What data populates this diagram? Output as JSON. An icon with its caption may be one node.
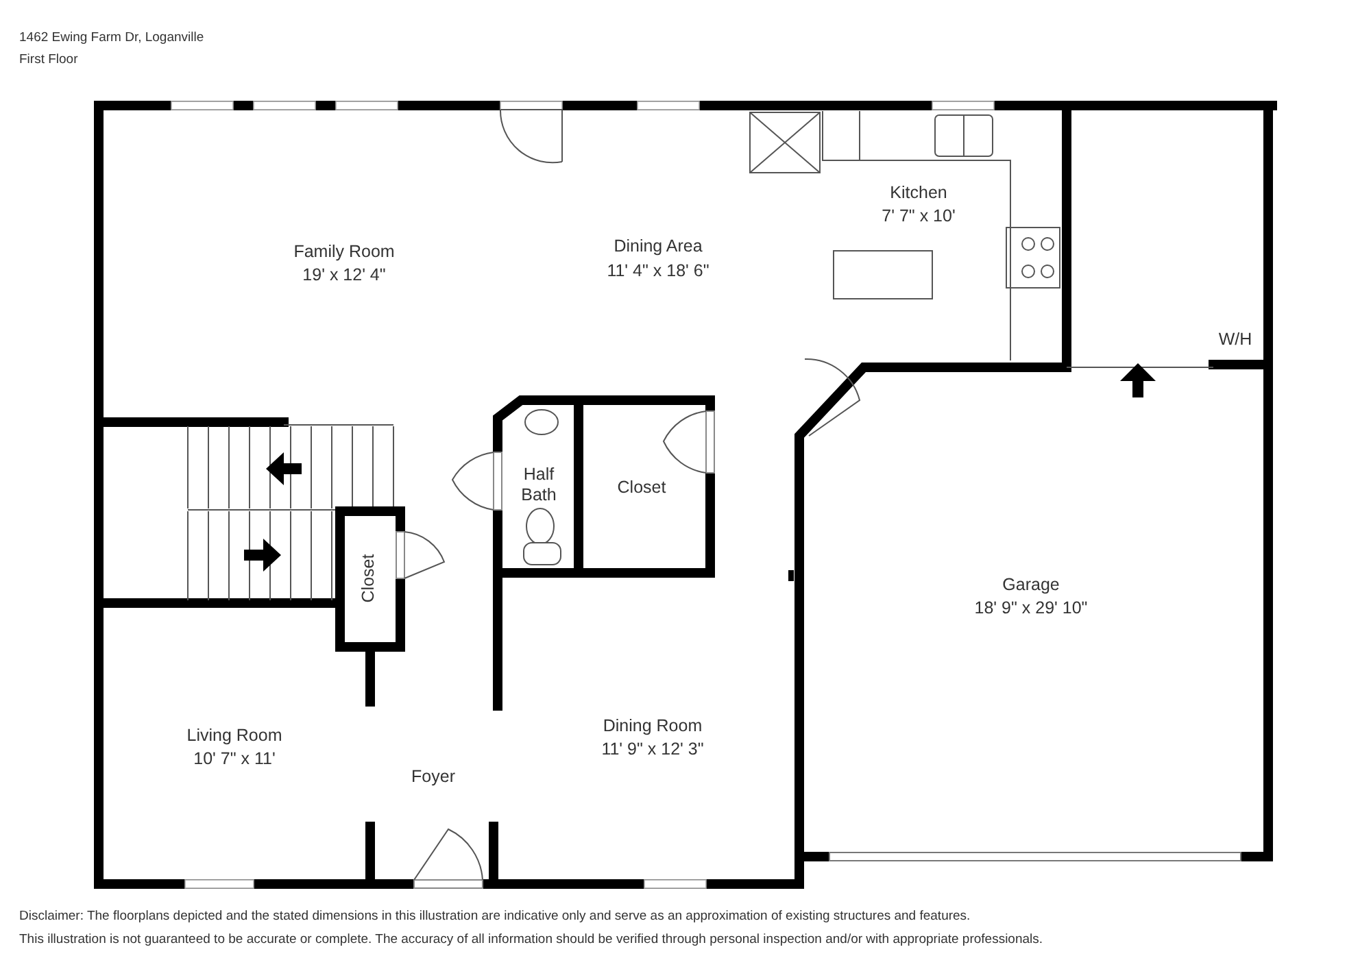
{
  "diagram": {
    "title": "1462 Ewing Farm Dr, Loganville",
    "labels": [
      "First Floor",
      "Kitchen",
      "7' 7\" x 10'",
      "Family Room",
      "19' x 12' 4\"",
      "Dining Area",
      "11' 4\" x 18' 6\"",
      "W/H",
      "Half Bath",
      "Closet",
      "Closet",
      "Garage",
      "18' 9\" x 29' 10\"",
      "Living Room",
      "10' 7\" x 11'",
      "Dining Room",
      "11' 9\" x 12' 3\"",
      "Foyer",
      "Disclaimer: The floorplans depicted and the stated dimensions in this illustration are indicative only and serve as an approximation of existing structures and features.",
      "This illustration is not guaranteed to be accurate or complete. The accuracy of all information should be verified through personal inspection and/or with appropriate professionals."
    ]
  }
}
